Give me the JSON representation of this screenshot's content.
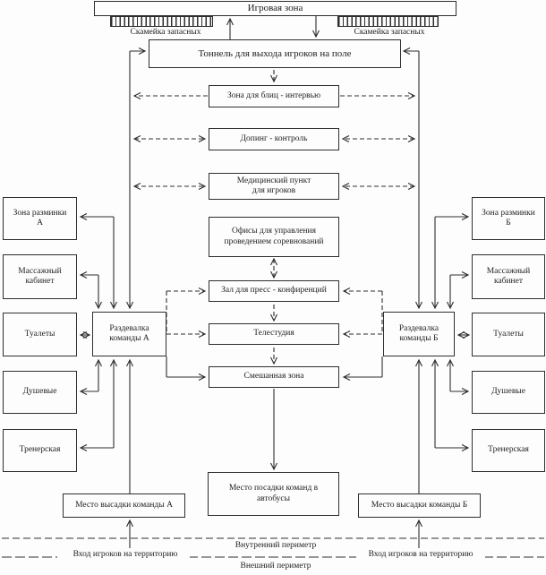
{
  "boxes": {
    "game_zone": "Игровая зона",
    "tunnel": "Тоннель для выхода игроков на поле",
    "blitz_interview": "Зона для блиц - интервью",
    "doping_control": "Допинг - контроль",
    "medical_point": "Медицинский пункт\nдля игроков",
    "offices": "Офисы для управления\nпроведением соревнований",
    "press_hall": "Зал для пресс - конфиренций",
    "tv_studio": "Телестудия",
    "mixed_zone": "Смешанная зона",
    "bus_boarding": "Место посадки команд в\nавтобусы",
    "warmup_a": "Зона разминки\nА",
    "warmup_b": "Зона разминки\nБ",
    "massage_left": "Массажный\nкабинет",
    "massage_right": "Массажный\nкабинет",
    "toilets_left": "Туалеты",
    "toilets_right": "Туалеты",
    "showers_left": "Душевые",
    "showers_right": "Душевые",
    "coach_left": "Тренерская",
    "coach_right": "Тренерская",
    "dressing_a": "Раздевалка\nкоманды А",
    "dressing_b": "Раздевалка\nкоманды Б",
    "dropoff_a": "Место высадки команды А",
    "dropoff_b": "Место высадки команды Б"
  },
  "labels": {
    "bench_left": "Скамейка запасных",
    "bench_right": "Скамейка запасных",
    "inner_perimeter": "Внутренний периметр",
    "outer_perimeter": "Внешний периметр",
    "entrance_left": "Вход игроков на территорию",
    "entrance_right": "Вход игроков на территорию"
  },
  "colors": {
    "line": "#2e2e2e",
    "background": "#fdfdfd",
    "text": "#1f1f1f"
  }
}
